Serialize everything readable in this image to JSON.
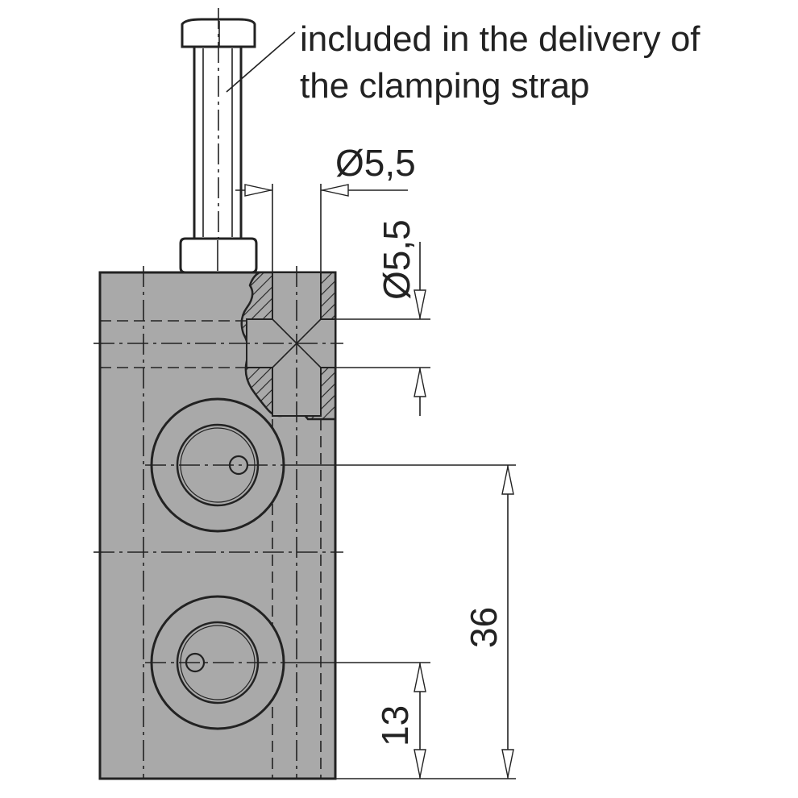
{
  "callout": {
    "line1": "included in the delivery of",
    "line2": "the clamping strap"
  },
  "dimensions": {
    "bolt_hole_diameter": "Ø5,5",
    "cross_hole_diameter": "Ø5,5",
    "hole_spacing": "36",
    "lower_hole_offset": "13"
  },
  "colors": {
    "body_fill": "#a9a9a9",
    "line": "#222222",
    "background": "#ffffff"
  }
}
